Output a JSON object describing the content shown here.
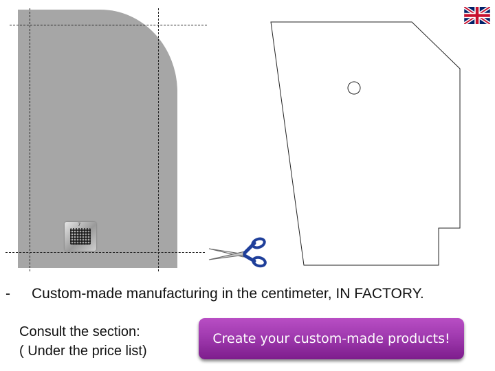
{
  "flag": {
    "icon": "uk-flag-icon",
    "colors": {
      "blue": "#012169",
      "red": "#c8102e",
      "white": "#ffffff"
    }
  },
  "product_preview": {
    "tray_color": "#a6a6a6",
    "drain_mark": "7",
    "icons": [
      "shower-tray-icon",
      "drain-icon",
      "scissors-icon"
    ]
  },
  "template_shape": {
    "outline_color": "#222222"
  },
  "info": {
    "bullet": "-",
    "manufacturing_text": "Custom-made manufacturing in the centimeter, IN FACTORY.",
    "consult_line1": "Consult the section:",
    "consult_line2": "( Under the price list)"
  },
  "cta": {
    "label": "Create your custom-made products!",
    "color": "#a03aaf"
  }
}
